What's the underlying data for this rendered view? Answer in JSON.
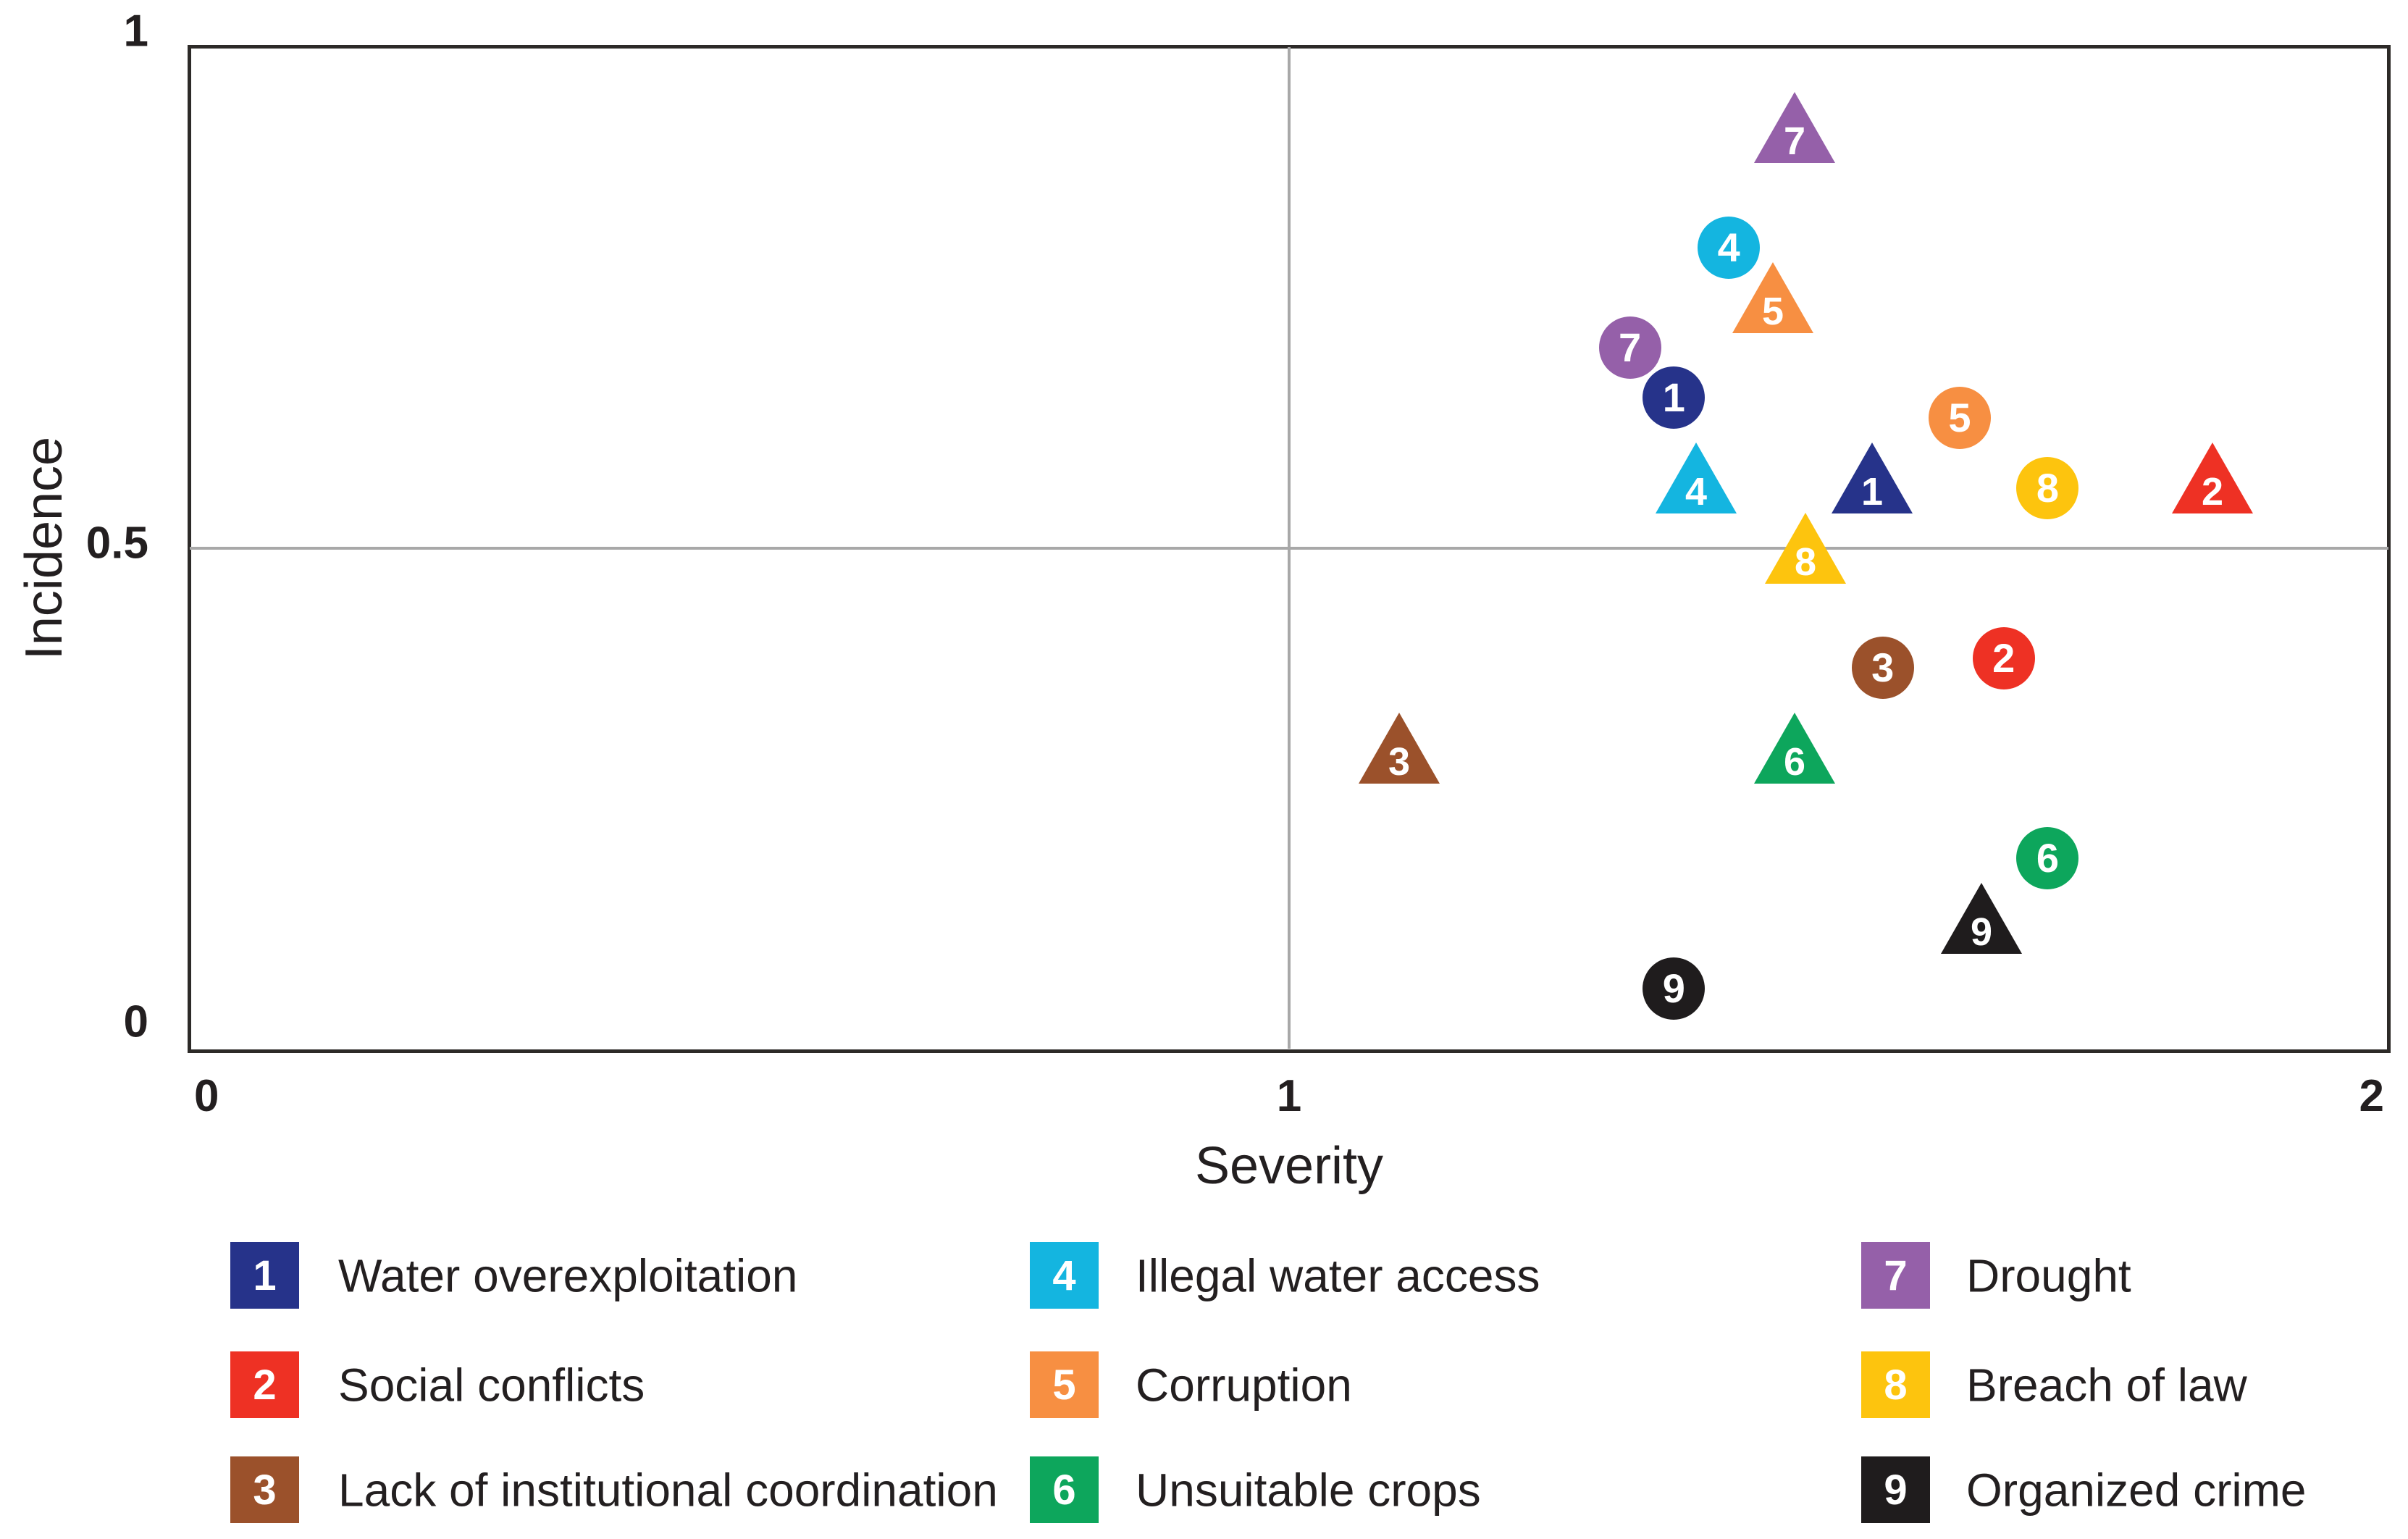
{
  "figure": {
    "xlabel": "Severity",
    "ylabel": "Incidence"
  },
  "axes": {
    "x_ticks": [
      "0",
      "1",
      "2"
    ],
    "y_ticks": [
      "0",
      "0.5",
      "1"
    ],
    "x_range": [
      0,
      2
    ],
    "y_range": [
      0,
      1
    ],
    "x_gridline": 1,
    "y_gridline": 0.5
  },
  "factors": [
    {
      "id": "1",
      "label": "Water overexploitation",
      "color": "#26338a"
    },
    {
      "id": "2",
      "label": "Social conflicts",
      "color": "#ee3124"
    },
    {
      "id": "3",
      "label": "Lack of institutional coordination",
      "color": "#9b512b"
    },
    {
      "id": "4",
      "label": "Illegal water access",
      "color": "#14b5e0"
    },
    {
      "id": "5",
      "label": "Corruption",
      "color": "#f78f42"
    },
    {
      "id": "6",
      "label": "Unsuitable crops",
      "color": "#0da65c"
    },
    {
      "id": "7",
      "label": "Drought",
      "color": "#9560a9"
    },
    {
      "id": "8",
      "label": "Breach of law",
      "color": "#fdc40e"
    },
    {
      "id": "9",
      "label": "Organized crime",
      "color": "#1f1c1d"
    }
  ],
  "legend": {
    "columns": [
      [
        "1",
        "2",
        "3"
      ],
      [
        "4",
        "5",
        "6"
      ],
      [
        "7",
        "8",
        "9"
      ]
    ]
  },
  "chart_data": {
    "type": "scatter",
    "title": "",
    "xlabel": "Severity",
    "ylabel": "Incidence",
    "xlim": [
      0,
      2
    ],
    "ylim": [
      0,
      1
    ],
    "grid": "quadrant lines at x=1 and y=0.5",
    "legend_position": "bottom",
    "series": [
      {
        "name": "triangle-markers",
        "marker": "triangle",
        "points": [
          {
            "id": "1",
            "x": 1.53,
            "y": 0.57
          },
          {
            "id": "2",
            "x": 1.84,
            "y": 0.57
          },
          {
            "id": "3",
            "x": 1.1,
            "y": 0.3
          },
          {
            "id": "4",
            "x": 1.37,
            "y": 0.57
          },
          {
            "id": "5",
            "x": 1.44,
            "y": 0.75
          },
          {
            "id": "6",
            "x": 1.46,
            "y": 0.3
          },
          {
            "id": "7",
            "x": 1.46,
            "y": 0.92
          },
          {
            "id": "8",
            "x": 1.47,
            "y": 0.5
          },
          {
            "id": "9",
            "x": 1.63,
            "y": 0.13
          }
        ]
      },
      {
        "name": "circle-markers",
        "marker": "circle",
        "points": [
          {
            "id": "1",
            "x": 1.35,
            "y": 0.65
          },
          {
            "id": "2",
            "x": 1.65,
            "y": 0.39
          },
          {
            "id": "3",
            "x": 1.54,
            "y": 0.38
          },
          {
            "id": "4",
            "x": 1.4,
            "y": 0.8
          },
          {
            "id": "5",
            "x": 1.61,
            "y": 0.63
          },
          {
            "id": "6",
            "x": 1.69,
            "y": 0.19
          },
          {
            "id": "7",
            "x": 1.31,
            "y": 0.7
          },
          {
            "id": "8",
            "x": 1.69,
            "y": 0.56
          },
          {
            "id": "9",
            "x": 1.35,
            "y": 0.06
          }
        ]
      }
    ]
  }
}
